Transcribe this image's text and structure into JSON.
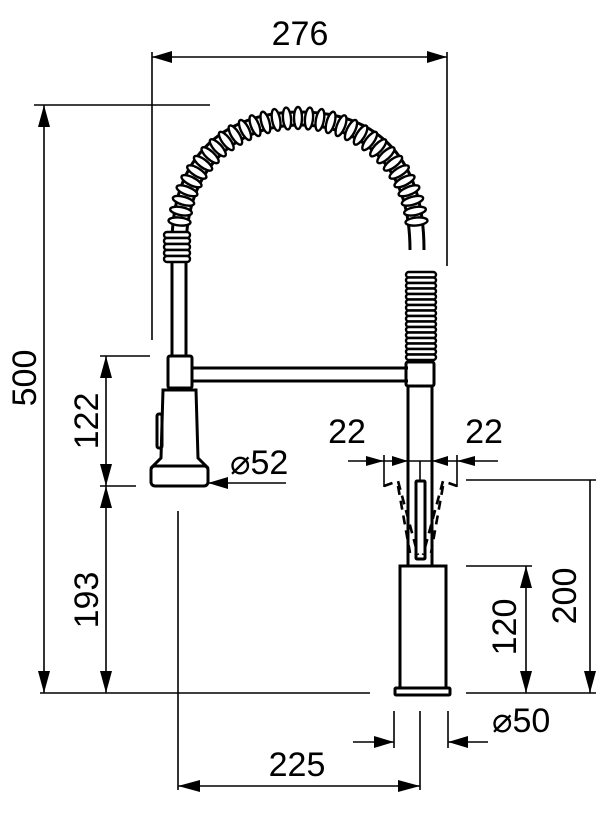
{
  "drawing": {
    "subject": "pull-down spring kitchen faucet — technical dimension drawing",
    "units": "mm",
    "colors": {
      "line": "#000000",
      "background": "#ffffff"
    },
    "dimensions": {
      "overall_width": {
        "label": "276",
        "orientation": "horizontal"
      },
      "overall_height": {
        "label": "500",
        "orientation": "vertical"
      },
      "spray_head_height": {
        "label": "122",
        "orientation": "vertical"
      },
      "spray_head_clearance": {
        "label": "193",
        "orientation": "vertical"
      },
      "spray_head_diameter": {
        "label": "⌀52",
        "orientation": "horizontal"
      },
      "swivel_left": {
        "label": "22",
        "orientation": "horizontal"
      },
      "swivel_right": {
        "label": "22",
        "orientation": "horizontal"
      },
      "lever_height": {
        "label": "200",
        "orientation": "vertical"
      },
      "body_height": {
        "label": "120",
        "orientation": "vertical"
      },
      "base_diameter": {
        "label": "⌀50",
        "orientation": "horizontal"
      },
      "reach": {
        "label": "225",
        "orientation": "horizontal"
      }
    }
  }
}
